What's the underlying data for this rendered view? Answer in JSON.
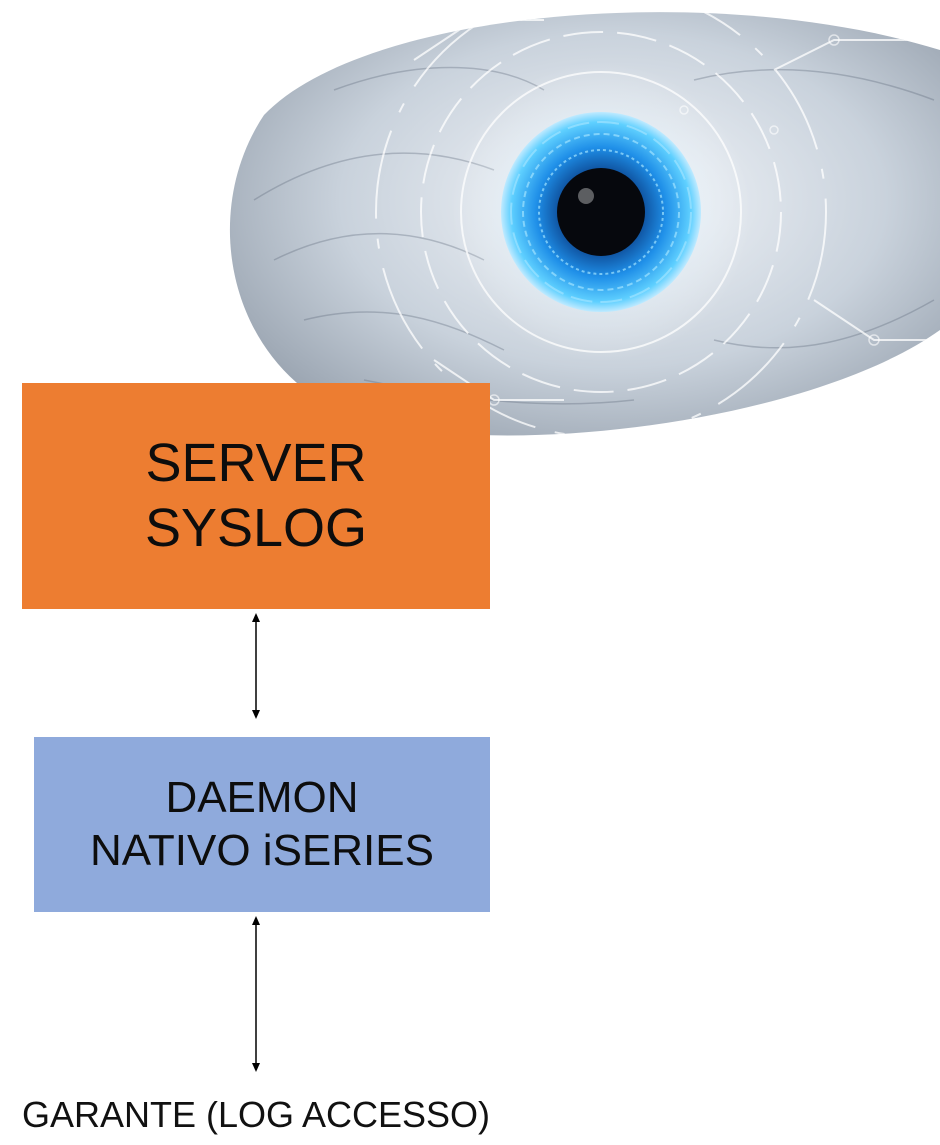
{
  "server_box": {
    "line1": "SERVER",
    "line2": "SYSLOG",
    "color": "#ed7d31"
  },
  "daemon_box": {
    "line1": "DAEMON",
    "line2": "NATIVO iSERIES",
    "color": "#8faadc"
  },
  "footer": {
    "label": "GARANTE (LOG ACCESSO)"
  },
  "connectors": [
    {
      "from": "SERVER SYSLOG",
      "to": "DAEMON NATIVO iSERIES",
      "direction": "bidirectional"
    },
    {
      "from": "DAEMON NATIVO iSERIES",
      "to": "GARANTE (LOG ACCESSO)",
      "direction": "bidirectional"
    }
  ],
  "image": {
    "name": "cyber-eye-image"
  }
}
